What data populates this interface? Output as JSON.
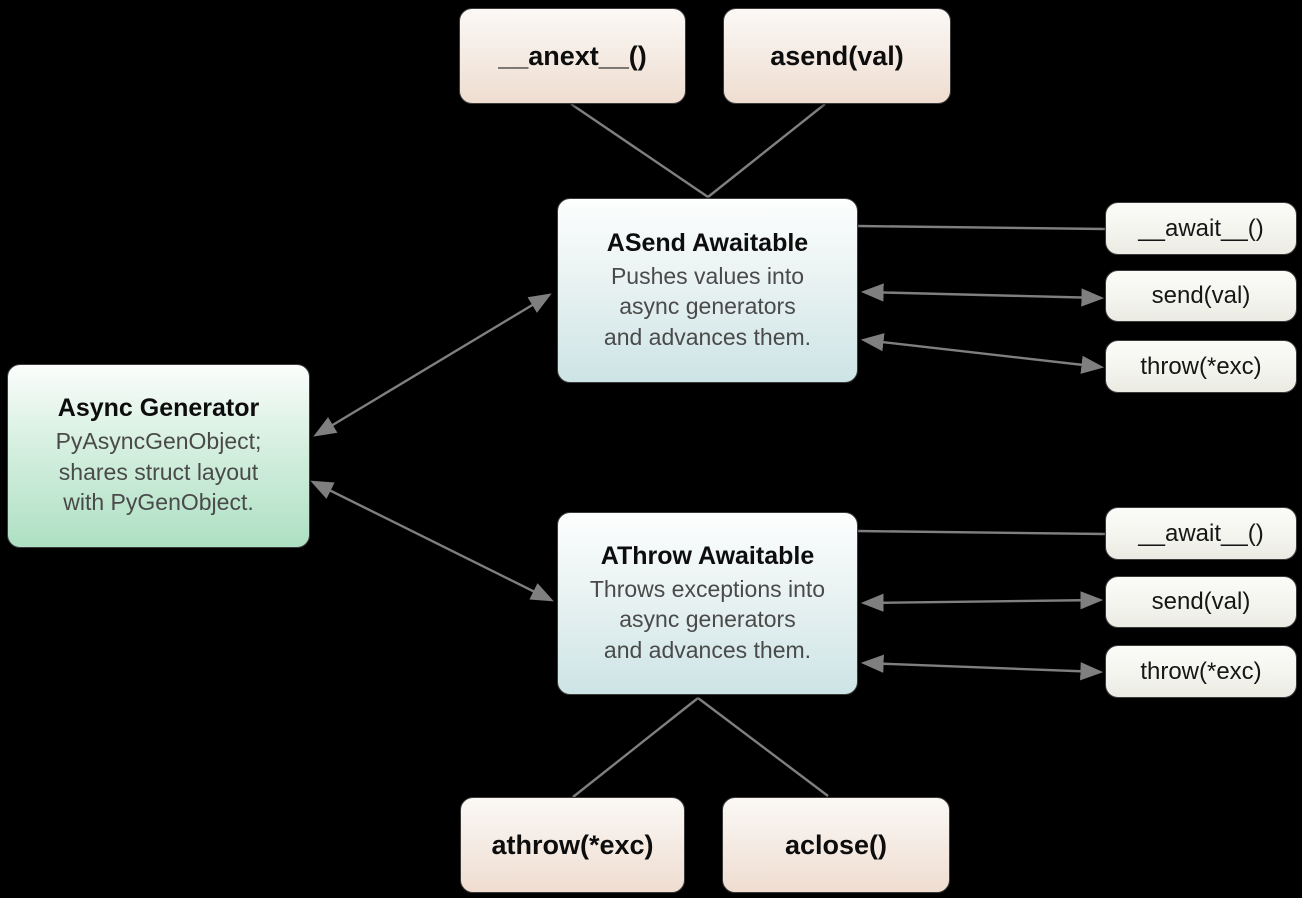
{
  "palette": {
    "background": "#000000",
    "connector": "#7f7f7f",
    "box_border": "#3a3a3a",
    "caller_box_gradient_top": "#fbf8f5",
    "caller_box_gradient_bottom": "#efddd0",
    "awaitable_box_gradient_top": "#fdfefe",
    "awaitable_box_gradient_bottom": "#cde4e5",
    "generator_box_gradient_top": "#fbfdfc",
    "generator_box_gradient_bottom": "#aee0c3",
    "method_box_gradient_top": "#fbfbf8",
    "method_box_gradient_bottom": "#ebebe3",
    "title_text": "#0d0d0d",
    "body_text": "#4a4a4a"
  },
  "nodes": {
    "anext": {
      "label": "__anext__()"
    },
    "asend": {
      "label": "asend(val)"
    },
    "athrow_call": {
      "label": "athrow(*exc)"
    },
    "aclose": {
      "label": "aclose()"
    },
    "async_generator": {
      "title": "Async Generator",
      "body": "PyAsyncGenObject;\nshares struct layout\nwith PyGenObject."
    },
    "asend_awaitable": {
      "title": "ASend Awaitable",
      "body": "Pushes values into\nasync generators\nand advances them."
    },
    "athrow_awaitable": {
      "title": "AThrow Awaitable",
      "body": "Throws exceptions into\nasync generators\nand advances them."
    },
    "asend_methods": [
      "__await__()",
      "send(val)",
      "throw(*exc)"
    ],
    "athrow_methods": [
      "__await__()",
      "send(val)",
      "throw(*exc)"
    ]
  }
}
